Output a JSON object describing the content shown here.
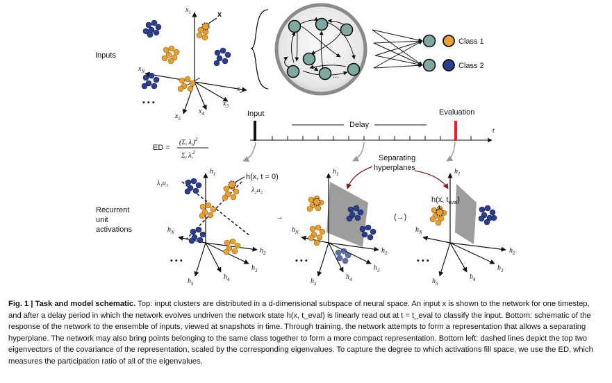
{
  "labels": {
    "inputs": "Inputs",
    "class1": "Class 1",
    "class2": "Class 2",
    "input_marker": "Input",
    "delay": "Delay",
    "evaluation": "Evaluation",
    "time": "t",
    "recurrent_line1": "Recurrent",
    "recurrent_line2": "unit",
    "recurrent_line3": "activations",
    "separating_line1": "Separating",
    "separating_line2": "hyperplanes",
    "arrow_plain": "→",
    "arrow_paren": "(→)",
    "ed_lhs": "ED =",
    "input_axes": {
      "x1": "x",
      "x1_sub": "1",
      "x2": "x",
      "x2_sub": "2",
      "x3": "x",
      "x3_sub": "3",
      "x4": "x",
      "x4_sub": "4",
      "x5": "x",
      "x5_sub": "5",
      "xN": "x",
      "xN_sub": "N",
      "x_point": "x"
    },
    "unit_axes": {
      "h": "h",
      "h1_sub": "1",
      "h2_sub": "2",
      "h3_sub": "3",
      "h4_sub": "4",
      "h5_sub": "5",
      "hN_sub": "N"
    },
    "eig1": "λ₁u₁",
    "eig2": "λ₂u₂",
    "h_t0": "h(x, t = 0)",
    "h_teval": "h(x, t",
    "h_teval_sub": "eval",
    "h_teval_close": ")",
    "ellipsis": "• • •",
    "network_dots": "..."
  },
  "colors": {
    "class1": "#E8A033",
    "class2": "#2C3E8C",
    "node": "#7FA8A0",
    "evaluation_marker": "#E8202A",
    "input_marker": "#111111",
    "curved_arrow": "#7A1F1F",
    "plane": "#8C8C8C"
  },
  "caption": {
    "title": "Fig. 1 | Task and model schematic.",
    "text": " Top: input clusters are distributed in a d-dimensional subspace of neural space. An input x is shown to the network for one timestep, and after a delay period in which the network evolves undriven the network state h(x, t_eval) is linearly read out at t = t_eval to classify the input. Bottom: schematic of the response of the network to the ensemble of inputs, viewed at snapshots in time. Through training, the network attempts to form a representation that allows a separating hyperplane. The network may also bring points belonging to the same class together to form a more compact representation. Bottom left: dashed lines depict the top two eigenvectors of the covariance of the representation, scaled by the corresponding eigenvalues. To capture the degree to which activations fill space, we use the ED, which measures the participation ratio of all of the eigenvalues."
  }
}
